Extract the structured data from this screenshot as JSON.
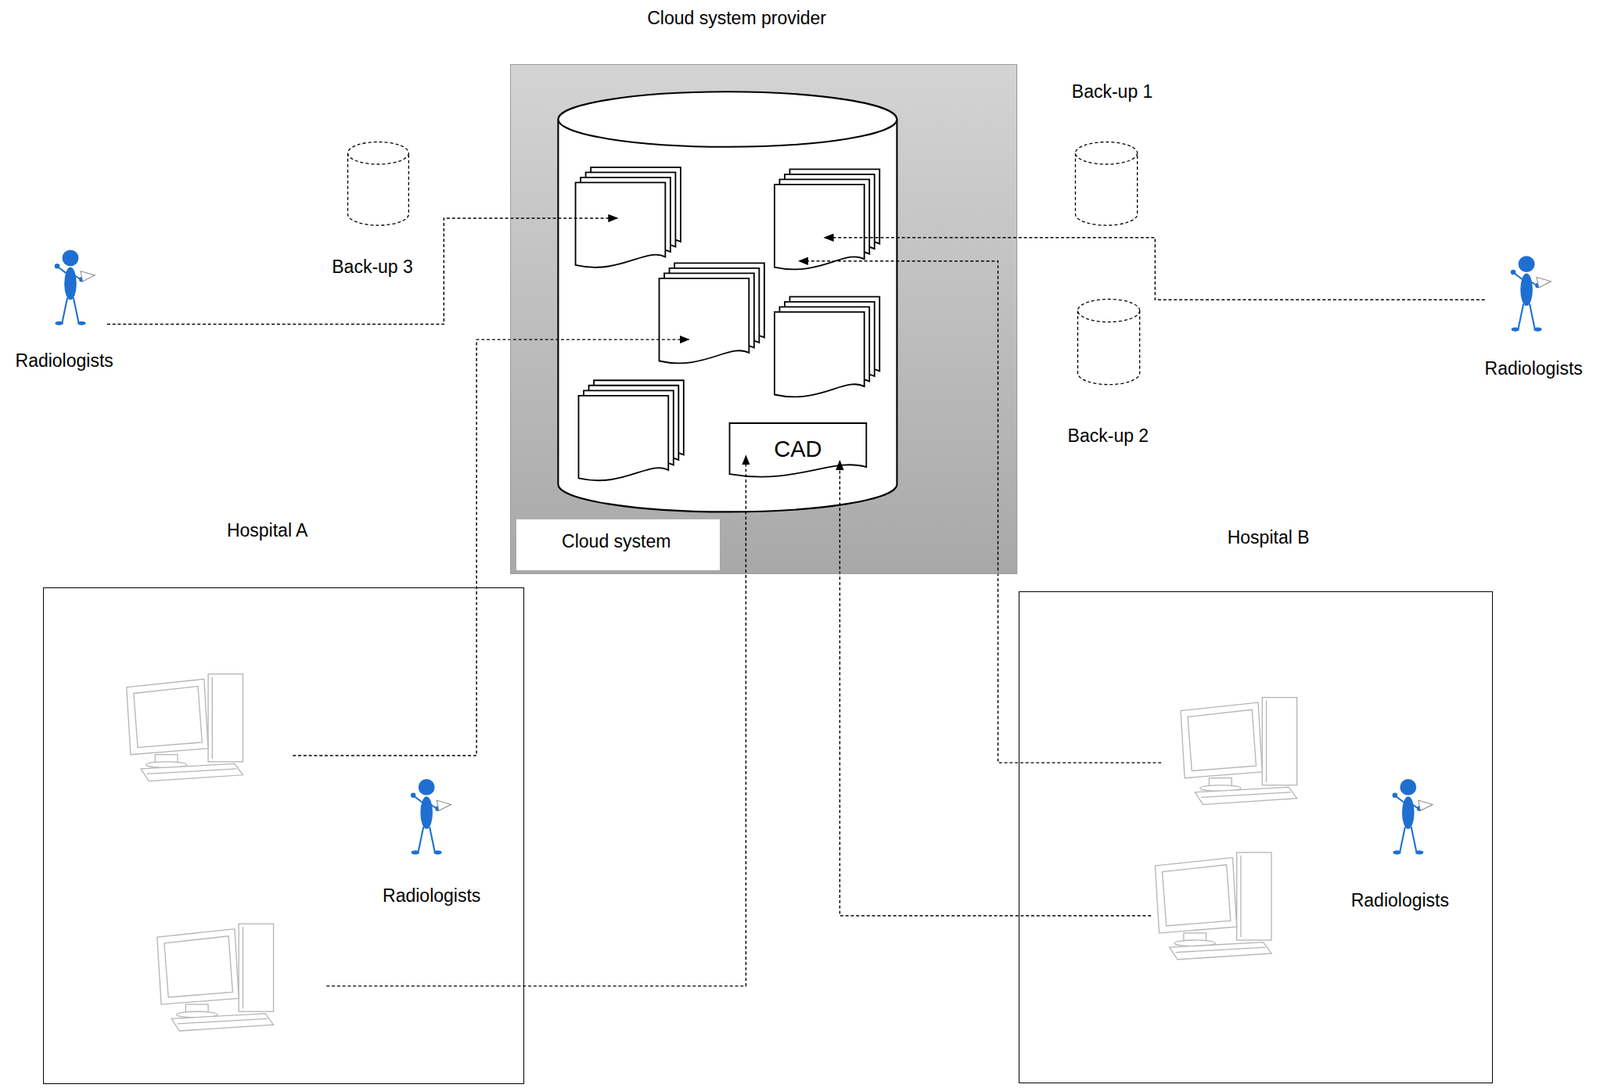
{
  "diagram": {
    "nodes": [
      {
        "text": [
          "Cloud system provider"
        ]
      },
      {
        "text": [
          "CAD"
        ],
        "in": 0
      },
      {
        "text": [
          "Cloud system"
        ],
        "in": 0
      },
      {
        "text": [
          "Back-up 1"
        ]
      },
      {
        "text": [
          "Back-up 3"
        ]
      },
      {
        "text": [
          "Back-up 2"
        ]
      },
      {
        "text": [
          "Hospital A"
        ]
      },
      {
        "text": [
          "Hospital B"
        ]
      }
    ],
    "labels": [
      "Radiologists",
      "Radiologists",
      "Radiologists",
      "Radiologists"
    ]
  }
}
